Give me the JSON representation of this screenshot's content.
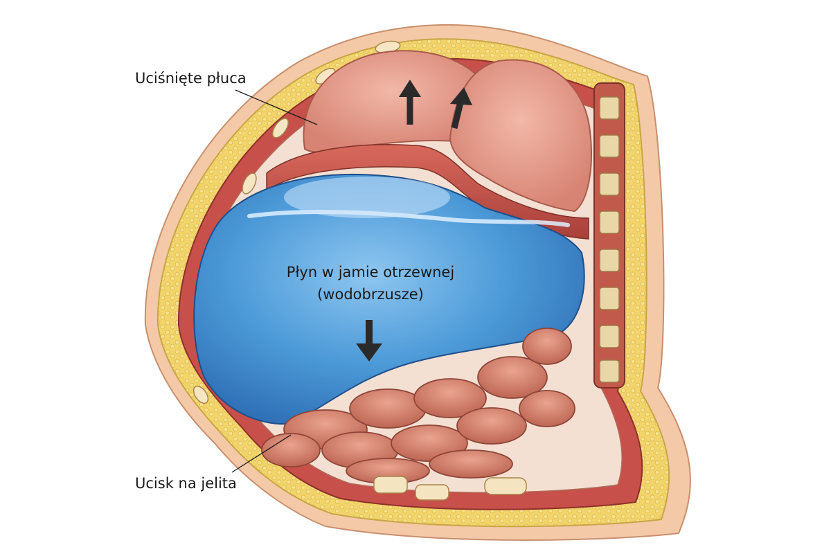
{
  "labels": {
    "lungs": "Uciśnięte płuca",
    "fluid_line1": "Płyn w jamie otrzewnej",
    "fluid_line2": "(wodobrzusze)",
    "intestines": "Ucisk na jelita"
  },
  "colors": {
    "fat": "#f2d46a",
    "skin": "#f3c9a8",
    "muscle": "#c7504a",
    "lung": "#e39b8c",
    "fluid": "#4c9ad8",
    "fluid_dark": "#2f6fb5",
    "intestine": "#d98775",
    "spine": "#e9d7a8",
    "arrow": "#2a2a2a",
    "text": "#1a1a1a"
  }
}
